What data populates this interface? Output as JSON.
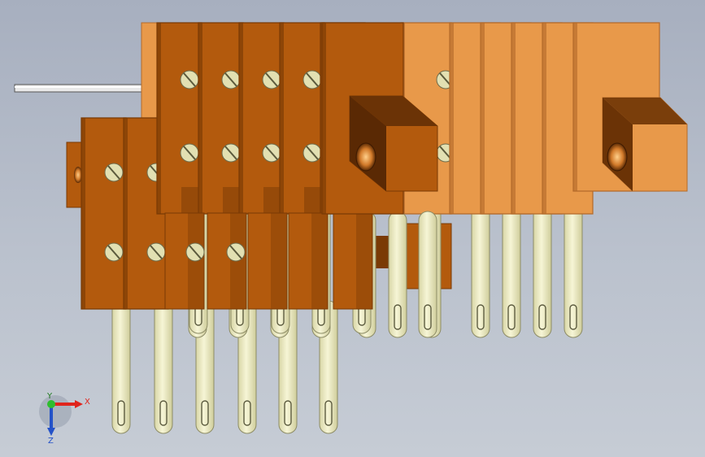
{
  "colors": {
    "background_top": "#a7afbf",
    "background_bottom": "#c6ccd5",
    "dark_copper": "#b35a0d",
    "dark_copper_shadow": "#7a3a05",
    "light_copper": "#e8994a",
    "light_copper_shadow": "#b36a2a",
    "terminal": "#f1f0c8",
    "terminal_edge": "#8d8c66",
    "screw": "#e2e0b2",
    "shaft": "#e6e6e6",
    "axis_x": "#e0241c",
    "axis_y": "#2ebd2e",
    "axis_z": "#2452c8"
  },
  "triad": {
    "x_label": "X",
    "y_label": "Y",
    "z_label": "Z"
  }
}
